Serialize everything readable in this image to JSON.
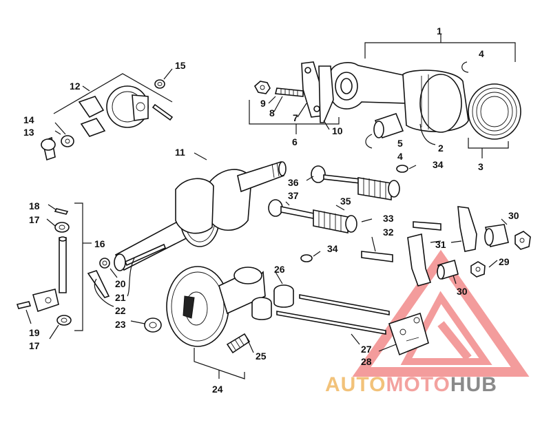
{
  "callouts": {
    "c1": "1",
    "c2": "2",
    "c3": "3",
    "c4a": "4",
    "c4b": "4",
    "c5": "5",
    "c6": "6",
    "c7": "7",
    "c8": "8",
    "c9": "9",
    "c10": "10",
    "c11": "11",
    "c12": "12",
    "c13": "13",
    "c14": "14",
    "c15": "15",
    "c16": "16",
    "c17a": "17",
    "c17b": "17",
    "c18": "18",
    "c19": "19",
    "c20": "20",
    "c21": "21",
    "c22": "22",
    "c23": "23",
    "c24": "24",
    "c25": "25",
    "c26": "26",
    "c27": "27",
    "c28": "28",
    "c29": "29",
    "c30a": "30",
    "c30b": "30",
    "c31": "31",
    "c32": "32",
    "c33": "33",
    "c34a": "34",
    "c34b": "34",
    "c35": "35",
    "c36": "36",
    "c37": "37"
  },
  "watermark": {
    "part1": "AUTO",
    "part2": "MOTO",
    "part3": "HUB",
    "color1": "#f2c27a",
    "color2": "#f3a29f",
    "color3": "#8a8a8a",
    "triangle_color": "#f28b8b"
  }
}
